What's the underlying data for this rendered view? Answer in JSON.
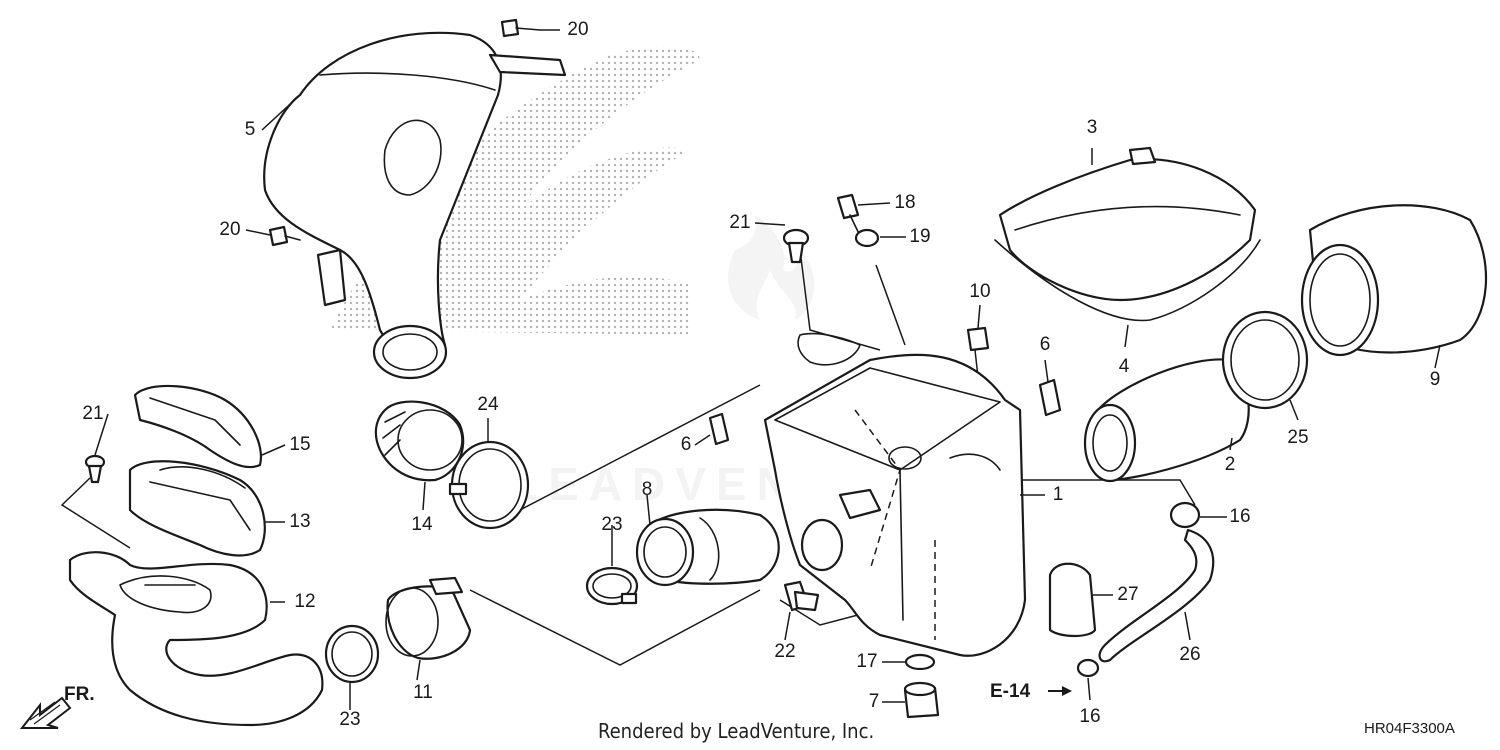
{
  "diagram": {
    "footer": "Rendered by LeadVenture, Inc.",
    "code": "HR04F3300A",
    "ref_label": "E-14",
    "fr_label": "FR.",
    "watermark_text": "LEADVENTURE",
    "labels": {
      "p1": "1",
      "p2": "2",
      "p3": "3",
      "p4": "4",
      "p5": "5",
      "p6a": "6",
      "p6b": "6",
      "p7": "7",
      "p8": "8",
      "p9": "9",
      "p10": "10",
      "p11": "11",
      "p12": "12",
      "p13": "13",
      "p14": "14",
      "p15": "15",
      "p16a": "16",
      "p16b": "16",
      "p17": "17",
      "p18": "18",
      "p19": "19",
      "p20a": "20",
      "p20b": "20",
      "p21a": "21",
      "p21b": "21",
      "p22": "22",
      "p23a": "23",
      "p23b": "23",
      "p24": "24",
      "p25": "25",
      "p26": "26",
      "p27": "27"
    }
  }
}
